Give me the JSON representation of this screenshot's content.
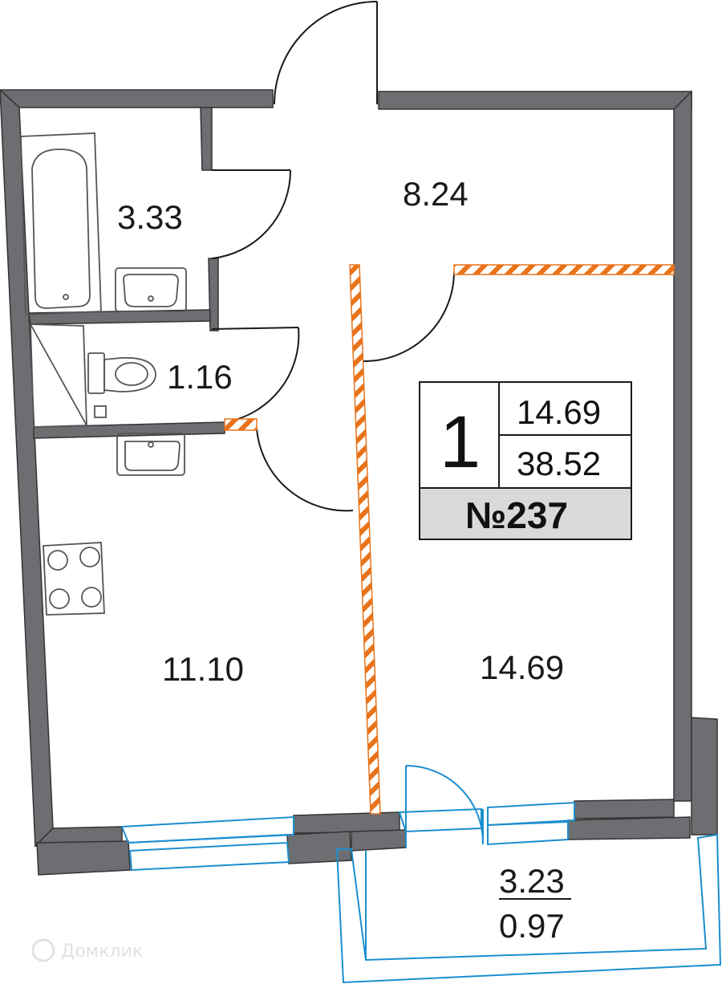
{
  "rooms": {
    "bathroom": {
      "area": "3.33"
    },
    "hallway": {
      "area": "8.24"
    },
    "toilet": {
      "area": "1.16"
    },
    "kitchen": {
      "area": "11.10"
    },
    "living_room": {
      "area": "14.69"
    },
    "balcony": {
      "area": "3.23",
      "area_reduced": "0.97"
    }
  },
  "legend": {
    "room_count": "1",
    "living_area": "14.69",
    "total_area": "38.52",
    "apartment_number": "№237"
  },
  "watermark": {
    "text": "Домклик"
  },
  "colors": {
    "wall": "#6d6e71",
    "wall_outline": "#333333",
    "partition": "#e8731a",
    "window": "#1b8fcf",
    "fixture_line": "#555555",
    "legend_number_bg": "#d9d9d9"
  }
}
